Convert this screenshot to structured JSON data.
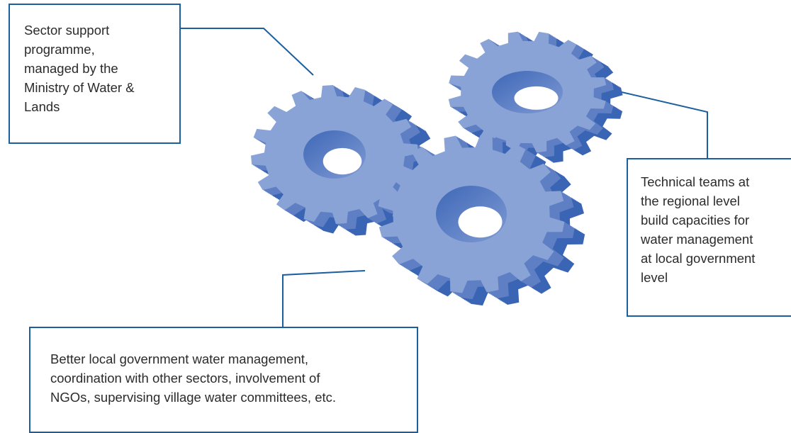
{
  "diagram": {
    "colors": {
      "gear_face": "#8aa3d6",
      "gear_side": "#5f7fc4",
      "gear_dark": "#3a64b4",
      "gear_hole": "#4f77c2",
      "callout_border": "#1a5fa0",
      "connector": "#1a5fa0",
      "text": "#2b2b2b"
    },
    "callouts": {
      "ministry": "Sector support\nprogramme,\nmanaged by the\nMinistry of Water &\nLands",
      "technical": "Technical teams at\nthe regional level\nbuild capacities for\nwater management\nat local government\nlevel",
      "local": "Better local government water management,\ncoordination with other sectors, involvement of\nNGOs, supervising village water committees, etc."
    }
  }
}
